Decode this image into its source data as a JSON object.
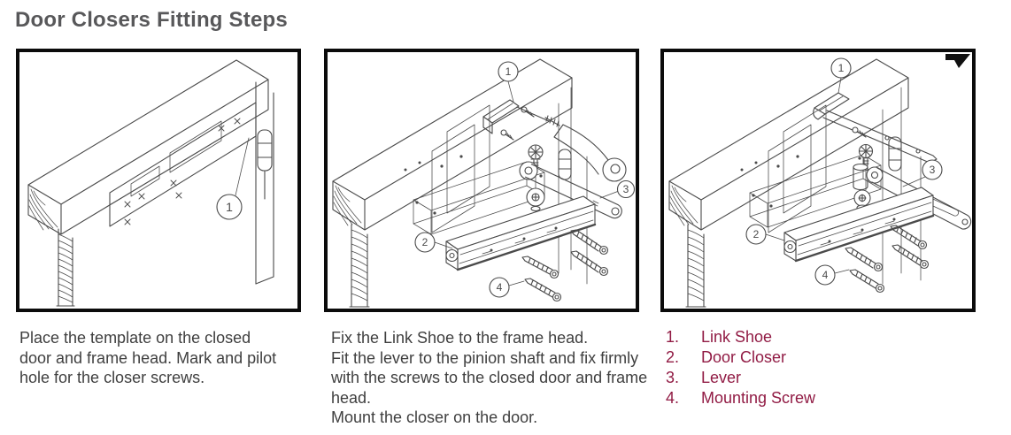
{
  "title": "Door Closers Fitting Steps",
  "colors": {
    "title_text": "#58585a",
    "caption_text": "#3f3f3f",
    "legend_text": "#911b44",
    "line_art": "#4a4a4a",
    "panel_border": "#0b0b0b"
  },
  "panels": [
    {
      "caption": "Place the template on the closed door and frame head. Mark and pilot hole for the closer screws.",
      "callouts": {
        "c1": "1"
      }
    },
    {
      "caption": "Fix the Link Shoe to the frame head.\nFit the lever to the pinion shaft and fix firmly with the screws to the closed door and frame head.\nMount the closer on the door.",
      "callouts": {
        "c1": "1",
        "c2": "2",
        "c3": "3",
        "c4": "4"
      }
    },
    {
      "callouts": {
        "c1": "1",
        "c2": "2",
        "c3": "3",
        "c4": "4"
      }
    }
  ],
  "legend": {
    "items": [
      {
        "num": "1.",
        "label": "Link Shoe"
      },
      {
        "num": "2.",
        "label": "Door Closer"
      },
      {
        "num": "3.",
        "label": "Lever"
      },
      {
        "num": "4.",
        "label": "Mounting Screw"
      }
    ]
  }
}
